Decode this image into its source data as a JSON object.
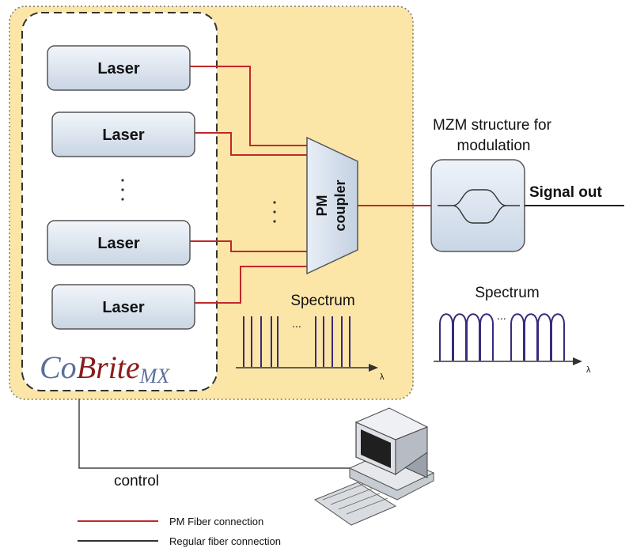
{
  "laser_modules": [
    {
      "label": "Laser"
    },
    {
      "label": "Laser"
    },
    {
      "label": "Laser"
    },
    {
      "label": "Laser"
    }
  ],
  "brand": {
    "co": "Co",
    "brite": "Brite",
    "suffix": "MX"
  },
  "coupler": {
    "line1": "PM",
    "line2": "coupler"
  },
  "mzm": {
    "title_line1": "MZM structure for",
    "title_line2": "modulation"
  },
  "signal_out": "Signal out",
  "spectrum_left": {
    "title": "Spectrum",
    "axis": "λ",
    "ellipsis": "..."
  },
  "spectrum_right": {
    "title": "Spectrum",
    "axis": "λ",
    "ellipsis": "..."
  },
  "control_label": "control",
  "legend": [
    {
      "label": "PM Fiber connection",
      "color": "#c0282a"
    },
    {
      "label": "Regular fiber connection",
      "color": "#333333"
    }
  ],
  "colors": {
    "panel_fill": "#fbe6a8",
    "pm_fiber": "#c0282a",
    "regular_fiber": "#333333",
    "laser_fill": "#dfe7f1",
    "spectrum_line": "#3a2a7a",
    "brand_co": "#5a6f9a",
    "brand_brite": "#8b1a1a"
  },
  "icons": [
    "computer-icon",
    "mzm-interferometer-icon"
  ]
}
